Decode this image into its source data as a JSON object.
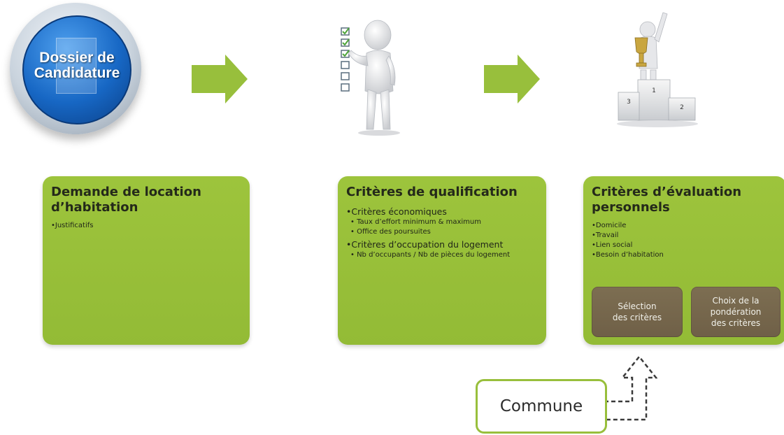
{
  "badge": {
    "line1": "Dossier de",
    "line2": "Candidature"
  },
  "box1": {
    "title_line1": "Demande de location",
    "title_line2": "d’habitation",
    "bullets": [
      "•Justificatifs"
    ]
  },
  "box2": {
    "title": "Critères de qualification",
    "section1": "•Critères économiques",
    "section1_items": [
      "• Taux d’effort minimum & maximum",
      "• Office des poursuites"
    ],
    "section2": "•Critères d’occupation du logement",
    "section2_items": [
      "• Nb d’occupants / Nb de pièces du logement"
    ]
  },
  "box3": {
    "title_line1": "Critères d’évaluation",
    "title_line2": "personnels",
    "bullets": [
      "•Domicile",
      "•Travail",
      "•Lien social",
      "•Besoin d’habitation"
    ],
    "sub1_line1": "Sélection",
    "sub1_line2": "des critères",
    "sub2_line1": "Choix de la",
    "sub2_line2": "pondération",
    "sub2_line3": "des critères"
  },
  "podium": {
    "first": "1",
    "second": "2",
    "third": "3"
  },
  "commune": {
    "label": "Commune"
  },
  "colors": {
    "green": "#98bf3c",
    "brown": "#7a6a4f",
    "blue": "#1767c4"
  }
}
